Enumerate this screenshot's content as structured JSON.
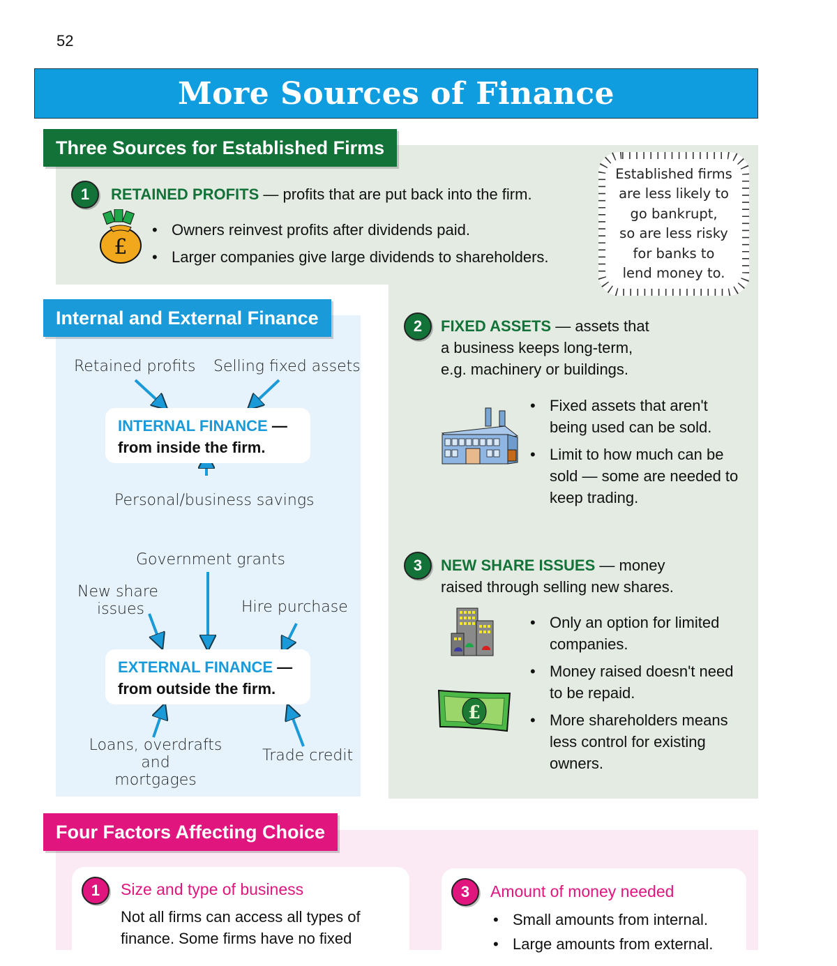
{
  "page_number": "52",
  "title": "More Sources of Finance",
  "colors": {
    "title_blue": "#0f9de0",
    "section_green": "#137238",
    "section_blue": "#1a9ad8",
    "section_pink": "#e0157d",
    "panel_green": "#e3ebe3",
    "panel_blue": "#e6f3fc",
    "panel_pink": "#fbe9f3"
  },
  "established": {
    "heading": "Three Sources for Established Firms",
    "note": [
      "Established firms",
      "are less likely to",
      "go bankrupt,",
      "so are less risky",
      "for banks to",
      "lend money to."
    ],
    "items": [
      {
        "number": "1",
        "keyword": "RETAINED PROFITS",
        "definition": " — profits that are put back into the firm.",
        "icon": "money-bag-icon",
        "bullets": [
          "Owners reinvest profits after dividends paid.",
          "Larger companies give large dividends to shareholders."
        ]
      },
      {
        "number": "2",
        "keyword": "FIXED ASSETS",
        "definition_lines": [
          " — assets that",
          "a business keeps long-term,",
          "e.g. machinery or buildings."
        ],
        "icon": "factory-icon",
        "bullets": [
          "Fixed assets that aren't being used can be sold.",
          "Limit to how much can be sold — some are needed to keep trading."
        ]
      },
      {
        "number": "3",
        "keyword": "NEW SHARE ISSUES",
        "definition_lines": [
          " — money",
          "raised through selling new shares."
        ],
        "icons": [
          "office-buildings-icon",
          "banknote-icon"
        ],
        "bullets": [
          "Only an option for limited companies.",
          "Money raised doesn't need to be repaid.",
          "More shareholders means less control for existing owners."
        ]
      }
    ]
  },
  "internal_external": {
    "heading": "Internal and External Finance",
    "internal": {
      "keyword": "INTERNAL FINANCE",
      "dash": " —",
      "desc": "from inside the firm.",
      "sources": [
        "Retained profits",
        "Selling fixed assets",
        "Personal/business savings"
      ]
    },
    "external": {
      "keyword": "EXTERNAL FINANCE",
      "dash": " —",
      "desc": "from outside the firm.",
      "sources": [
        "Government grants",
        "New share",
        "issues",
        "Hire purchase",
        "Loans, overdrafts and",
        "mortgages",
        "Trade credit"
      ]
    }
  },
  "factors": {
    "heading": "Four Factors Affecting Choice",
    "cards": [
      {
        "number": "1",
        "title": "Size and type of business",
        "body_lines": [
          "Not all firms can access all types of",
          "finance.  Some firms have no fixed"
        ]
      },
      {
        "number": "3",
        "title": "Amount of money needed",
        "bullets": [
          "Small amounts from internal.",
          "Large amounts from external."
        ]
      }
    ]
  }
}
